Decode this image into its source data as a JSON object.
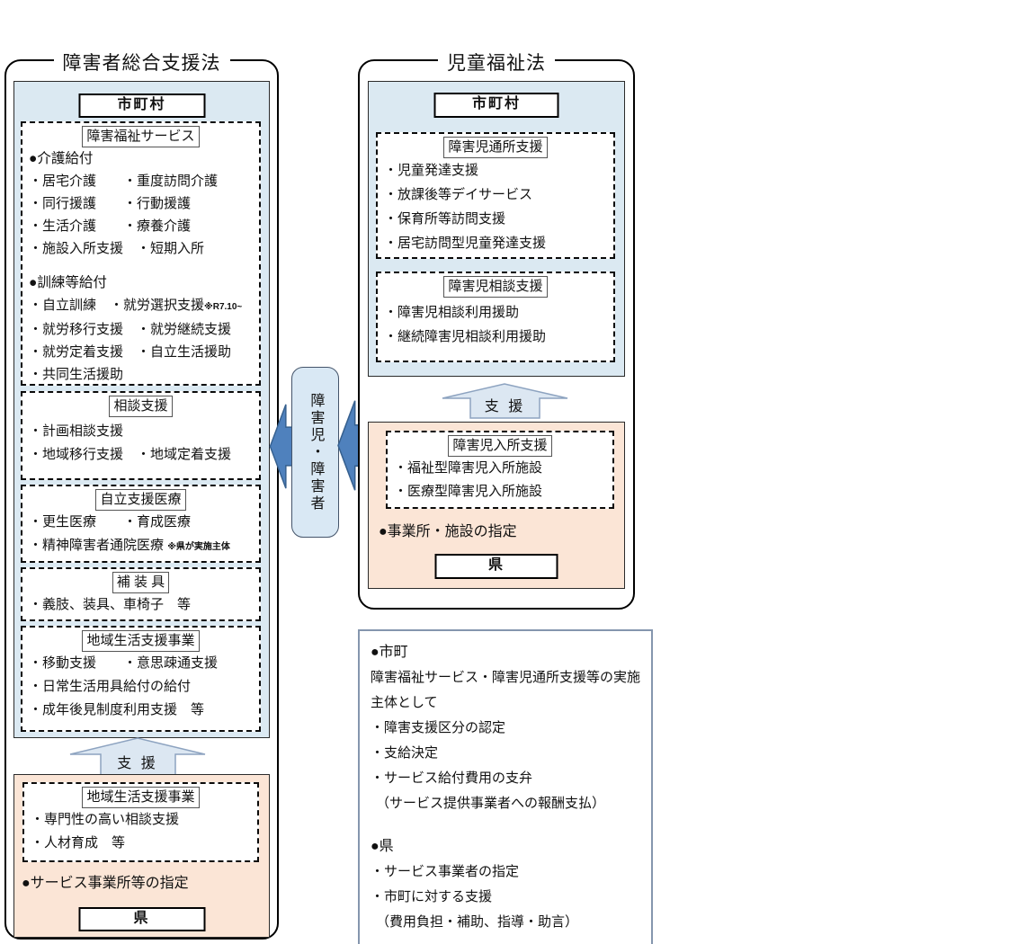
{
  "colors": {
    "panel_blue_fill": "#dbe9f2",
    "panel_orange_fill": "#fbe5d6",
    "flow_arrow_blue": "#4f81bd",
    "flow_arrow_border": "#36608f",
    "support_arrow_fill": "#dce7f2",
    "support_arrow_border": "#8da3c0",
    "info_box_border": "#8596ae"
  },
  "icons": {
    "support_arrow": "block-arrow-up",
    "flow_arrow": "block-arrow-left"
  },
  "left_panel": {
    "title": "障害者総合支援法",
    "municipality_label": "市町村",
    "service_box": {
      "header": "障害福祉サービス",
      "kaigo_header": "●介護給付",
      "kaigo_lines": [
        "・居宅介護　　・重度訪問介護",
        "・同行援護　　・行動援護",
        "・生活介護　　・療養介護",
        "・施設入所支援　・短期入所"
      ],
      "kunren_header": "●訓練等給付",
      "kunren_line_note": {
        "text": "・自立訓練　・就労選択支援",
        "note": "※R7.10~"
      },
      "kunren_lines": [
        "・就労移行支援　・就労継続支援",
        "・就労定着支援　・自立生活援助",
        "・共同生活援助"
      ]
    },
    "soudan_box": {
      "header": "相談支援",
      "lines": [
        "・計画相談支援",
        "・地域移行支援　・地域定着支援"
      ]
    },
    "iryo_box": {
      "header": "自立支援医療",
      "line1": "・更生医療　　・育成医療",
      "line2": {
        "text": "・精神障害者通院医療",
        "note": "※県が実施主体"
      }
    },
    "hosougu_box": {
      "header": "補 装 具",
      "lines": [
        "・義肢、装具、車椅子　等"
      ]
    },
    "chiiki_box": {
      "header": "地域生活支援事業",
      "lines": [
        "・移動支援　　・意思疎通支援",
        "・日常生活用具給付の給付",
        "・成年後見制度利用支援　等"
      ]
    },
    "support_arrow_label": "支 援",
    "pref_area": {
      "chiiki_box": {
        "header": "地域生活支援事業",
        "lines": [
          "・専門性の高い相談支援",
          "・人材育成　等"
        ]
      },
      "designation": "●サービス事業所等の指定",
      "pref_label": "県"
    }
  },
  "center": {
    "label": "障害児・障害者"
  },
  "right_panel": {
    "title": "児童福祉法",
    "municipality_label": "市町村",
    "tsusho_box": {
      "header": "障害児通所支援",
      "lines": [
        "・児童発達支援",
        "・放課後等デイサービス",
        "・保育所等訪問支援",
        "・居宅訪問型児童発達支援"
      ]
    },
    "soudan_box": {
      "header": "障害児相談支援",
      "lines": [
        "・障害児相談利用援助",
        "・継続障害児相談利用援助"
      ]
    },
    "support_arrow_label": "支 援",
    "pref_area": {
      "nyusho_box": {
        "header": "障害児入所支援",
        "lines": [
          "・福祉型障害児入所施設",
          "・医療型障害児入所施設"
        ]
      },
      "designation": "●事業所・施設の指定",
      "pref_label": "県"
    }
  },
  "info_box": {
    "city_header": "●市町",
    "city_intro": "障害福祉サービス・障害児通所支援等の実施主体として",
    "city_lines": [
      "・障害支援区分の認定",
      "・支給決定",
      "・サービス給付費用の支弁",
      "（サービス提供事業者への報酬支払）"
    ],
    "pref_header": "●県",
    "pref_lines": [
      "・サービス事業者の指定",
      "・市町に対する支援",
      "（費用負担・補助、指導・助言）"
    ]
  }
}
